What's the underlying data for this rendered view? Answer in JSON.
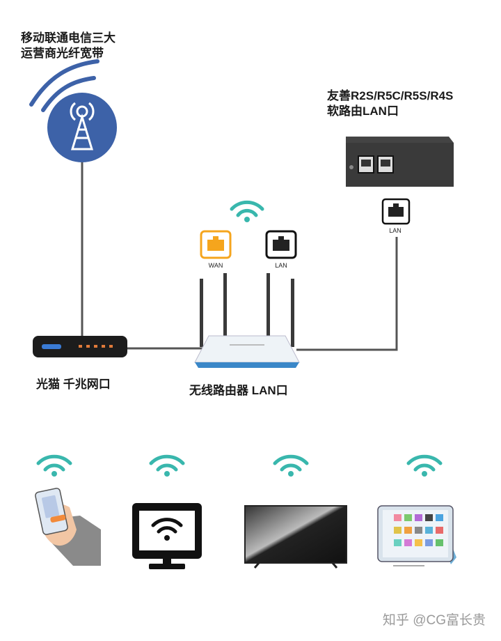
{
  "isp": {
    "line1": "移动联通电信三大",
    "line2": "运营商光纤宽带"
  },
  "soft_router": {
    "line1": "友善R2S/R5C/R5S/R4S",
    "line2": "软路由LAN口",
    "port_label": "LAN"
  },
  "modem": {
    "label": "光猫 千兆网口"
  },
  "router": {
    "label": "无线路由器 LAN口",
    "wan_label": "WAN",
    "lan_label": "LAN"
  },
  "colors": {
    "isp_blue": "#3d62a8",
    "wan_orange": "#f5a51d",
    "wifi_teal": "#39b7ad",
    "line_gray": "#555555"
  },
  "watermark": "知乎 @CG富长贵"
}
